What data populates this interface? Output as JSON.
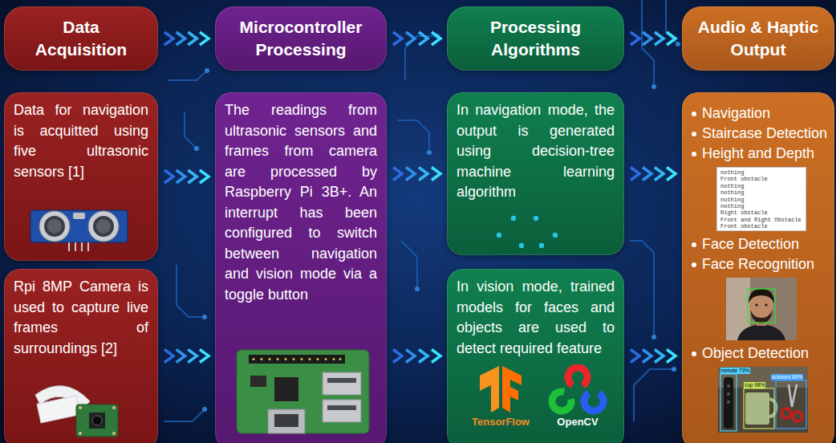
{
  "diagram": {
    "nodes": [
      {
        "text": [
          "Data Acquisition"
        ]
      },
      {
        "text": [
          "Microcontroller Processing"
        ]
      },
      {
        "text": [
          "Processing Algorithms"
        ]
      },
      {
        "text": [
          "Audio & Haptic Output"
        ]
      },
      {
        "text": [
          "Data for navigation is acquitted using five ultrasonic sensors [1]"
        ]
      },
      {
        "text": [
          "Rpi 8MP Camera is used to capture live frames of surroundings [2]"
        ]
      },
      {
        "text": [
          "The readings from ultrasonic sensors and frames from camera are processed by Raspberry Pi 3B+. An interrupt has been configured to switch between navigation and vision mode via a toggle button"
        ]
      },
      {
        "text": [
          "In navigation mode, the output is generated using decision-tree machine learning algorithm"
        ]
      },
      {
        "text": [
          "In vision mode, trained models for faces and objects are used to detect required feature"
        ]
      },
      {
        "text": [
          "Navigation",
          "Staircase Detection",
          "Height and Depth",
          "Face Detection",
          "Face Recognition",
          "Object Detection"
        ]
      }
    ],
    "edges": [
      {
        "from": 0,
        "to": 1,
        "arrow": "to"
      },
      {
        "from": 1,
        "to": 2,
        "arrow": "to"
      },
      {
        "from": 2,
        "to": 3,
        "arrow": "to"
      },
      {
        "from": 4,
        "to": 6,
        "arrow": "to"
      },
      {
        "from": 5,
        "to": 6,
        "arrow": "to"
      },
      {
        "from": 6,
        "to": 7,
        "arrow": "to"
      },
      {
        "from": 6,
        "to": 8,
        "arrow": "to"
      },
      {
        "from": 7,
        "to": 9,
        "arrow": "to"
      },
      {
        "from": 8,
        "to": 9,
        "arrow": "to"
      }
    ],
    "labels": [
      "nothing",
      "Front obstacle",
      "nothing",
      "nothing",
      "nothing",
      "nothing",
      "Right obstacle",
      "Front and Right Obstacle",
      "Front obstacle",
      "TensorFlow",
      "OpenCV",
      "remote 79%",
      "cup 98%",
      "scissors 89%"
    ]
  }
}
